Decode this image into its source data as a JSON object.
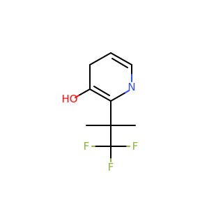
{
  "molecule": {
    "colors": {
      "bond": "#000000",
      "O": "#ff0d0d",
      "N": "#3050f8",
      "F": "#8fb340"
    },
    "labels": {
      "hydroxyl": "HO",
      "nitrogen": "N",
      "fluorine_left": "F",
      "fluorine_right": "F",
      "fluorine_bottom": "F"
    }
  }
}
